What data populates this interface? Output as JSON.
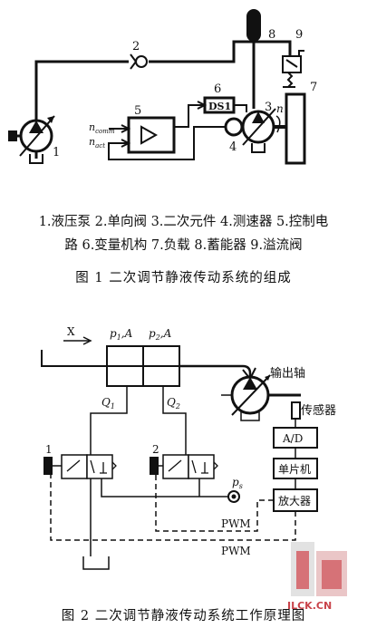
{
  "figure1": {
    "labels": {
      "n1": "1",
      "n2": "2",
      "n3": "3",
      "n4": "4",
      "n5": "5",
      "n6": "6",
      "n7": "7",
      "n8": "8",
      "n9": "9"
    },
    "ds1": "DS1",
    "n_symbol": "n",
    "n_comm": "n",
    "n_comm_sub": "comm",
    "n_act": "n",
    "n_act_sub": "act",
    "legend_line1": "1.液压泵  2.单向阀  3.二次元件  4.测速器  5.控制电",
    "legend_line2": "路  6.变量机构  7.负载  8.蓄能器  9.溢流阀",
    "caption": "图 1    二次调节静液传动系统的组成"
  },
  "figure2": {
    "x_label": "X",
    "p1": "p",
    "p1_sub": "1",
    "p1_tail": ",A",
    "p2": "p",
    "p2_sub": "2",
    "p2_tail": ",A",
    "q1": "Q",
    "q1_sub": "1",
    "q2": "Q",
    "q2_sub": "2",
    "valve1": "1",
    "valve2": "2",
    "ps": "p",
    "ps_sub": "s",
    "output_shaft": "输出轴",
    "sensor": "传感器",
    "ad": "A/D",
    "mcu": "单片机",
    "amp": "放大器",
    "pwm1": "PWM",
    "pwm2": "PWM",
    "caption": "图 2    二次调节静液传动系统工作原理图"
  },
  "watermark": {
    "text": "ILCK.CN",
    "color": "#c9434a"
  }
}
